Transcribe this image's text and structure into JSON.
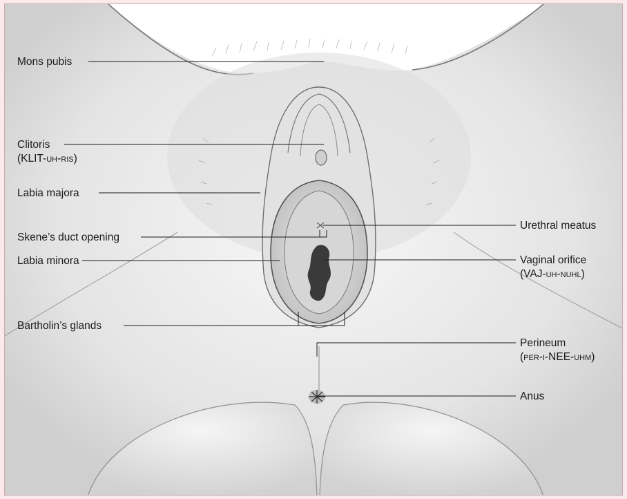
{
  "labels": {
    "mons_pubis": "Mons pubis",
    "clitoris": "Clitoris",
    "clitoris_pron": "(KLIT-uh-ris)",
    "labia_majora": "Labia majora",
    "skenes_duct": "Skene’s duct opening",
    "labia_minora": "Labia minora",
    "bartholins": "Bartholin’s glands",
    "urethral_meatus": "Urethral meatus",
    "vaginal_orifice": "Vaginal orifice",
    "vaginal_pron": "(VAJ-uh-nuhl)",
    "perineum": "Perineum",
    "perineum_pron": "(per-i-NEE-uhm)",
    "anus": "Anus"
  },
  "colors": {
    "page_border_bg": "#fbe9ec",
    "frame_border": "#cfa8b0",
    "leader_line": "#1a1a1a"
  }
}
